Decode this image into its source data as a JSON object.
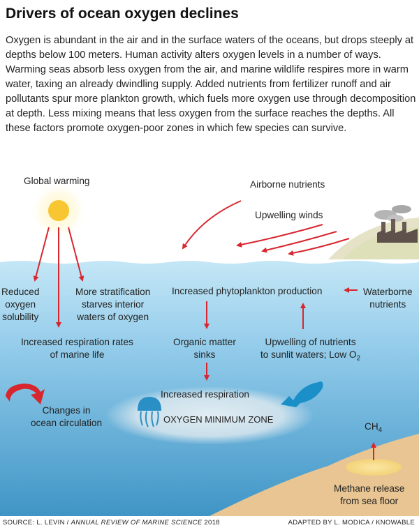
{
  "title": "Drivers of ocean oxygen declines",
  "intro": "Oxygen is abundant in the air and in the surface waters of the oceans, but drops steeply at depths below 100 meters. Human activity alters oxygen levels in a number of ways. Warming seas absorb less oxygen from the air, and marine wildlife respires more in warm water, taxing an already dwindling supply. Added nutrients from fertilizer runoff and air pollutants spur more plankton growth, which fuels more oxygen use through decomposition at depth. Less mixing means that less oxygen from the surface reaches the depths. All these factors promote oxygen-poor zones in which few species can survive.",
  "labels": {
    "global_warming": "Global warming",
    "airborne_nutrients": "Airborne nutrients",
    "upwelling_winds": "Upwelling winds",
    "reduced_solubility_1": "Reduced",
    "reduced_solubility_2": "oxygen",
    "reduced_solubility_3": "solubility",
    "stratification_1": "More stratification",
    "stratification_2": "starves interior",
    "stratification_3": "waters of oxygen",
    "phytoplankton": "Increased phytoplankton production",
    "waterborne_1": "Waterborne",
    "waterborne_2": "nutrients",
    "respiration_rates_1": "Increased respiration rates",
    "respiration_rates_2": "of marine life",
    "organic_matter_1": "Organic matter",
    "organic_matter_2": "sinks",
    "upwelling_nutrients_1": "Upwelling of nutrients",
    "upwelling_nutrients_2": "to sunlit waters; Low O",
    "upwelling_nutrients_sub": "2",
    "increased_respiration": "Increased respiration",
    "circulation_1": "Changes in",
    "circulation_2": "ocean circulation",
    "omz": "OXYGEN MINIMUM ZONE",
    "ch4": "CH",
    "ch4_sub": "4",
    "methane_1": "Methane release",
    "methane_2": "from sea floor"
  },
  "footer": {
    "source_prefix": "SOURCE: L. LEVIN / ",
    "source_journal": "ANNUAL REVIEW OF MARINE SCIENCE",
    "source_year": " 2018",
    "credit": "ADAPTED BY L. MODICA / KNOWABLE"
  },
  "colors": {
    "arrow": "#d7262e",
    "ocean_top": "#b9e1f3",
    "ocean_bottom": "#3d94c5",
    "sun": "#f7c630",
    "seafloor": "#e9c48f",
    "fish": "#1a8fc8",
    "factory": "#6a5c55"
  }
}
